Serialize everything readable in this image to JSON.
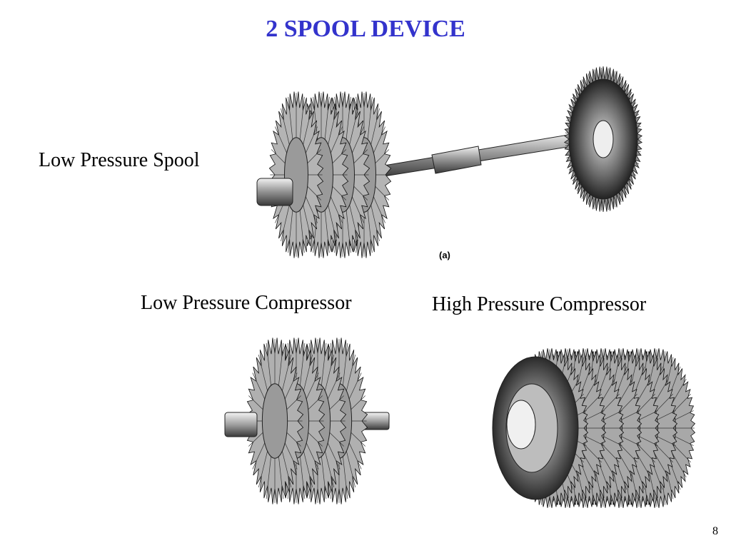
{
  "slide": {
    "title": "2 SPOOL DEVICE",
    "title_color": "#3333cc",
    "labels": {
      "low_pressure_spool": "Low Pressure Spool",
      "low_pressure_compressor": "Low Pressure Compressor",
      "high_pressure_compressor": "High Pressure Compressor"
    },
    "figure_caption": "(a)",
    "page_number": "8"
  }
}
